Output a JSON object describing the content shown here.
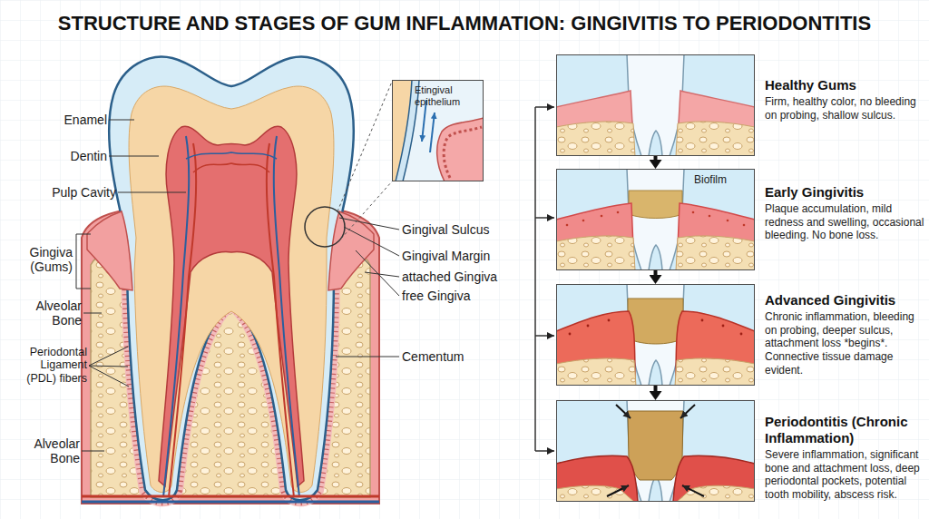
{
  "diagram": {
    "title": "STRUCTURE AND STAGES OF GUM INFLAMMATION: GINGIVITIS TO PERIODONTITIS",
    "nodes": [
      {
        "text": [
          "Etingival epithelium"
        ]
      },
      {
        "text": [
          "Healthy Gums",
          "Firm, healthy color, no bleeding on probing, shallow sulcus."
        ]
      },
      {
        "text": [
          "Early Gingivitis",
          "Plaque accumulation, mild redness and swelling, occasional bleeding. No bone loss."
        ]
      },
      {
        "text": [
          "Advanced Gingivitis",
          "Chronic inflammation, bleeding on probing, deeper sulcus, attachment loss *begins*. Connective tissue damage evident."
        ]
      },
      {
        "text": [
          "Periodontitis (Chronic Inflammation)",
          "Severe inflammation, significant bone and attachment loss, deep periodontal pockets, potential tooth mobility, abscess risk."
        ]
      }
    ],
    "edges": [
      {
        "from": 1,
        "to": 2,
        "arrow": "to"
      },
      {
        "from": 2,
        "to": 3,
        "arrow": "to"
      },
      {
        "from": 3,
        "to": 4,
        "arrow": "to"
      }
    ],
    "labels": [
      "Enamel",
      "Dentin",
      "Pulp Cavity",
      "Gingiva (Gums)",
      "Alveolar Bone",
      "Periodontal Ligament (PDL) fibers",
      "Alveolar Bone",
      "Gingival Sulcus",
      "Gingival Margin",
      "attached Gingiva",
      "free Gingiva",
      "Cementum",
      "Biofilm"
    ]
  }
}
